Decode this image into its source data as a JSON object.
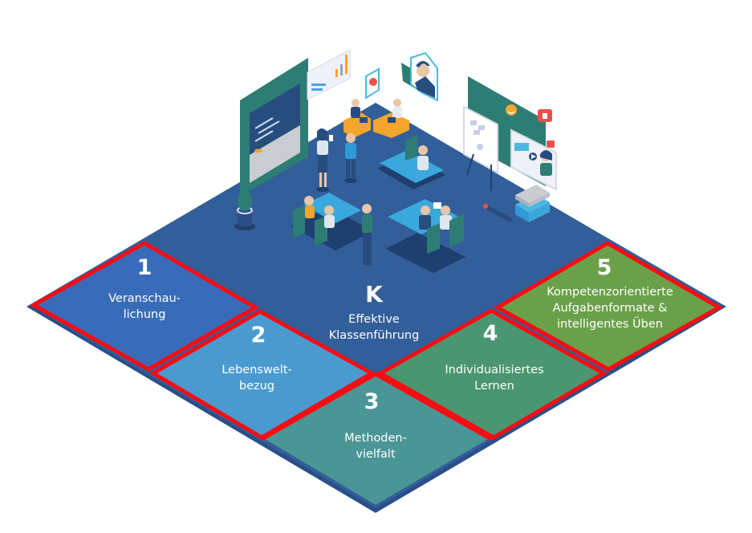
{
  "colors": {
    "floor": "#325e9a",
    "floor_dark": "#2a4f88",
    "tile_border": "#ff0a12",
    "tile1": "#386cbb",
    "tile2": "#4a9ad0",
    "tile3": "#4a9595",
    "tile4": "#4a9670",
    "tile5": "#6ba04a",
    "wall_green": "#2d7d74",
    "board": "#274d7f"
  },
  "center": {
    "letter": "K",
    "line1": "Effektive",
    "line2": "Klassenführung"
  },
  "tiles": [
    {
      "number": "1",
      "line1": "Veranschau-",
      "line2": "lichung",
      "line3": ""
    },
    {
      "number": "2",
      "line1": "Lebenswelt-",
      "line2": "bezug",
      "line3": ""
    },
    {
      "number": "3",
      "line1": "Methoden-",
      "line2": "vielfalt",
      "line3": ""
    },
    {
      "number": "4",
      "line1": "Individualisiertes",
      "line2": "Lernen",
      "line3": ""
    },
    {
      "number": "5",
      "line1": "Kompetenzorientierte",
      "line2": "Aufgabenformate &",
      "line3": "intelligentes Üben"
    }
  ],
  "illustration": {
    "description": "isometric classroom scene",
    "icons": [
      "chalkboard-icon",
      "bar-chart-icon",
      "video-call-icon",
      "smiley-icon",
      "thumbs-up-icon",
      "heart-icon",
      "video-player-icon",
      "flipchart-icon",
      "books-icon",
      "pencil-icon",
      "plant-icon"
    ]
  }
}
